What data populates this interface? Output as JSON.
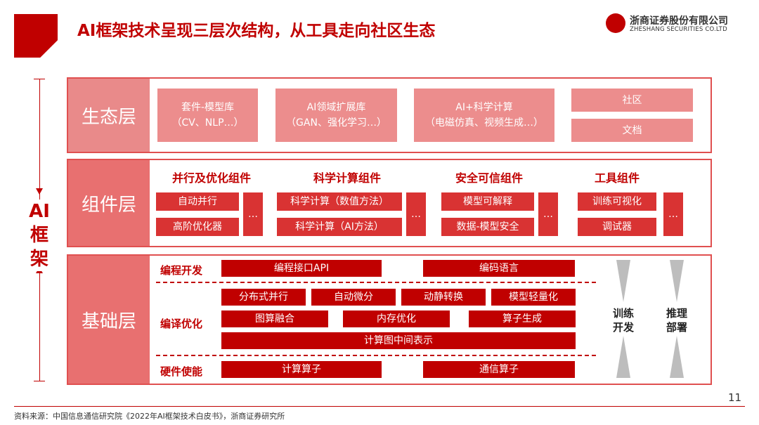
{
  "header": {
    "title": "AI框架技术呈现三层次结构，从工具走向社区生态",
    "logo_cn": "浙商证券股份有限公司",
    "logo_en": "ZHESHANG SECURITIES CO.LTD"
  },
  "axis": {
    "chars": [
      "AI",
      "框",
      "架"
    ]
  },
  "layers": {
    "eco": {
      "label": "生态层",
      "boxes": [
        {
          "line1": "套件-模型库",
          "line2": "（CV、NLP…）"
        },
        {
          "line1": "AI领域扩展库",
          "line2": "（GAN、强化学习…）"
        },
        {
          "line1": "AI+科学计算",
          "line2": "（电磁仿真、视频生成…）"
        }
      ],
      "community": "社区",
      "docs": "文档"
    },
    "comp": {
      "label": "组件层",
      "groups": [
        {
          "title": "并行及优化组件",
          "items": [
            "自动并行",
            "高阶优化器"
          ]
        },
        {
          "title": "科学计算组件",
          "items": [
            "科学计算（数值方法）",
            "科学计算（AI方法）"
          ]
        },
        {
          "title": "安全可信组件",
          "items": [
            "模型可解释",
            "数据-模型安全"
          ]
        },
        {
          "title": "工具组件",
          "items": [
            "训练可视化",
            "调试器"
          ]
        }
      ],
      "dots": "…"
    },
    "found": {
      "label": "基础层",
      "programming": {
        "label": "编程开发",
        "items": [
          "编程接口API",
          "编码语言"
        ]
      },
      "compile": {
        "label": "编译优化",
        "row1": [
          "分布式并行",
          "自动微分",
          "动静转换",
          "模型轻量化"
        ],
        "row2": [
          "图算融合",
          "内存优化",
          "算子生成"
        ],
        "row3": "计算图中间表示"
      },
      "hardware": {
        "label": "硬件使能",
        "items": [
          "计算算子",
          "通信算子"
        ]
      },
      "side": {
        "train": {
          "line1": "训练",
          "line2": "开发"
        },
        "infer": {
          "line1": "推理",
          "line2": "部署"
        }
      }
    }
  },
  "footer": {
    "source": "资料来源：中国信息通信研究院《2022年AI框架技术白皮书》，浙商证券研究所",
    "page": "11"
  },
  "colors": {
    "brand_red": "#c00000",
    "eco_box": "#ec8d8d",
    "comp_box": "#d93333",
    "label_bg": "#e87070",
    "arrow_gray": "#bdbdbd"
  }
}
